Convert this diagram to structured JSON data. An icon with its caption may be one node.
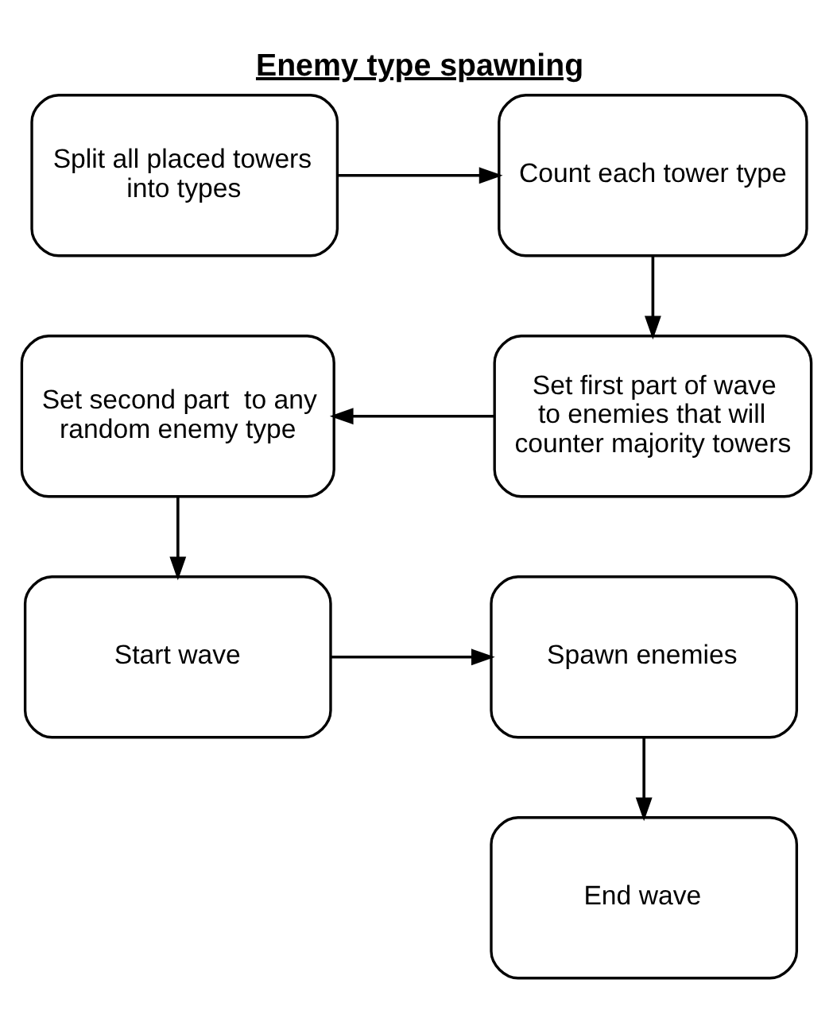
{
  "diagram": {
    "title": "Enemy type spawning",
    "nodes": [
      {
        "text": [
          "Split all placed towers into types"
        ]
      },
      {
        "text": [
          "Count each tower type"
        ]
      },
      {
        "text": [
          "Set first part of wave to enemies that will counter majority towers"
        ]
      },
      {
        "text": [
          "Set second part  to any random enemy type"
        ]
      },
      {
        "text": [
          "Start wave"
        ]
      },
      {
        "text": [
          "Spawn enemies"
        ]
      },
      {
        "text": [
          "End wave"
        ]
      }
    ],
    "edges": [
      {
        "from": 0,
        "to": 1,
        "arrow": "to"
      },
      {
        "from": 1,
        "to": 2,
        "arrow": "to"
      },
      {
        "from": 2,
        "to": 3,
        "arrow": "to"
      },
      {
        "from": 3,
        "to": 4,
        "arrow": "to"
      },
      {
        "from": 4,
        "to": 5,
        "arrow": "to"
      },
      {
        "from": 5,
        "to": 6,
        "arrow": "to"
      }
    ]
  }
}
